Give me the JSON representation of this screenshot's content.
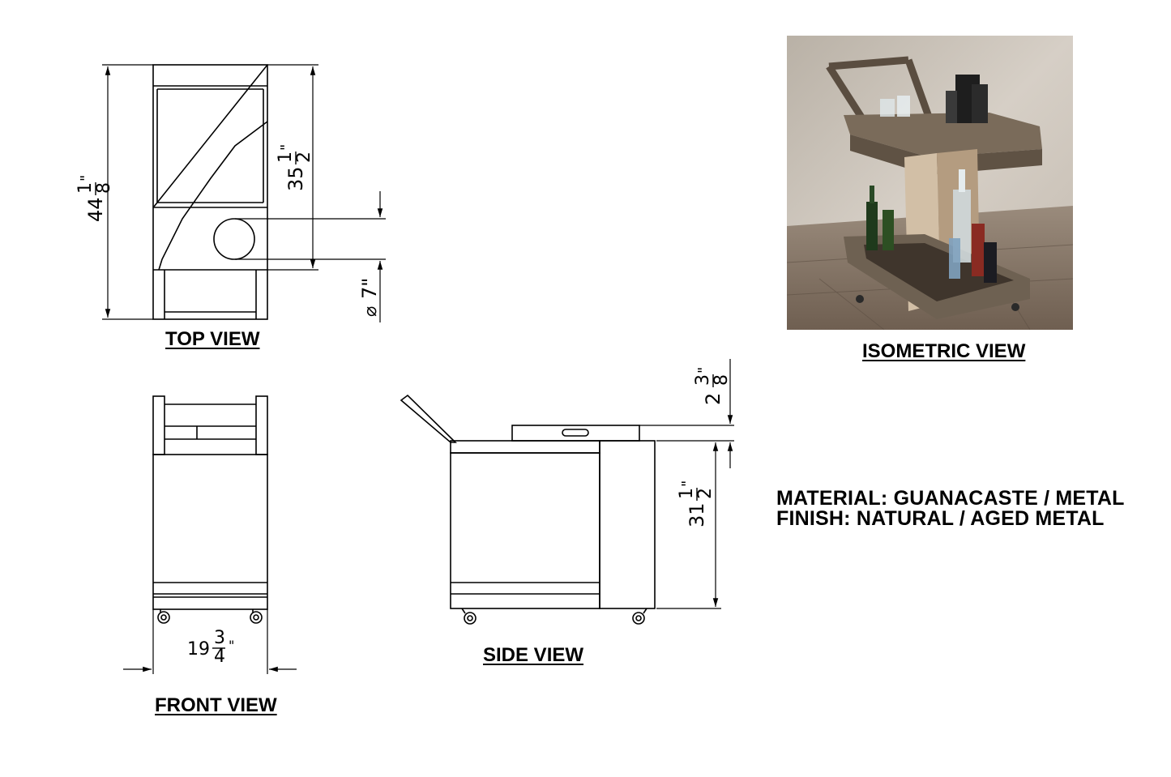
{
  "views": {
    "top": "TOP VIEW",
    "front": "FRONT VIEW",
    "side": "SIDE VIEW",
    "isometric": "ISOMETRIC VIEW"
  },
  "dimensions": {
    "top_overall": {
      "whole": "44",
      "num": "1",
      "den": "8",
      "unit": "\""
    },
    "top_inner": {
      "whole": "35",
      "num": "1",
      "den": "2",
      "unit": "\""
    },
    "top_diameter": {
      "symbol": "⌀",
      "value": "7\""
    },
    "front_width": {
      "whole": "19",
      "num": "3",
      "den": "4",
      "unit": "\""
    },
    "side_tray": {
      "whole": "2",
      "num": "3",
      "den": "8",
      "unit": "\""
    },
    "side_height": {
      "whole": "31",
      "num": "1",
      "den": "2",
      "unit": "\""
    }
  },
  "specs": {
    "material": "MATERIAL: GUANACASTE / METAL",
    "finish": "FINISH: NATURAL / AGED METAL"
  },
  "colors": {
    "line": "#000000",
    "photo_wall": "#c9c2b8",
    "photo_floor": "#8a7a6a",
    "photo_wood": "#6e6152"
  }
}
